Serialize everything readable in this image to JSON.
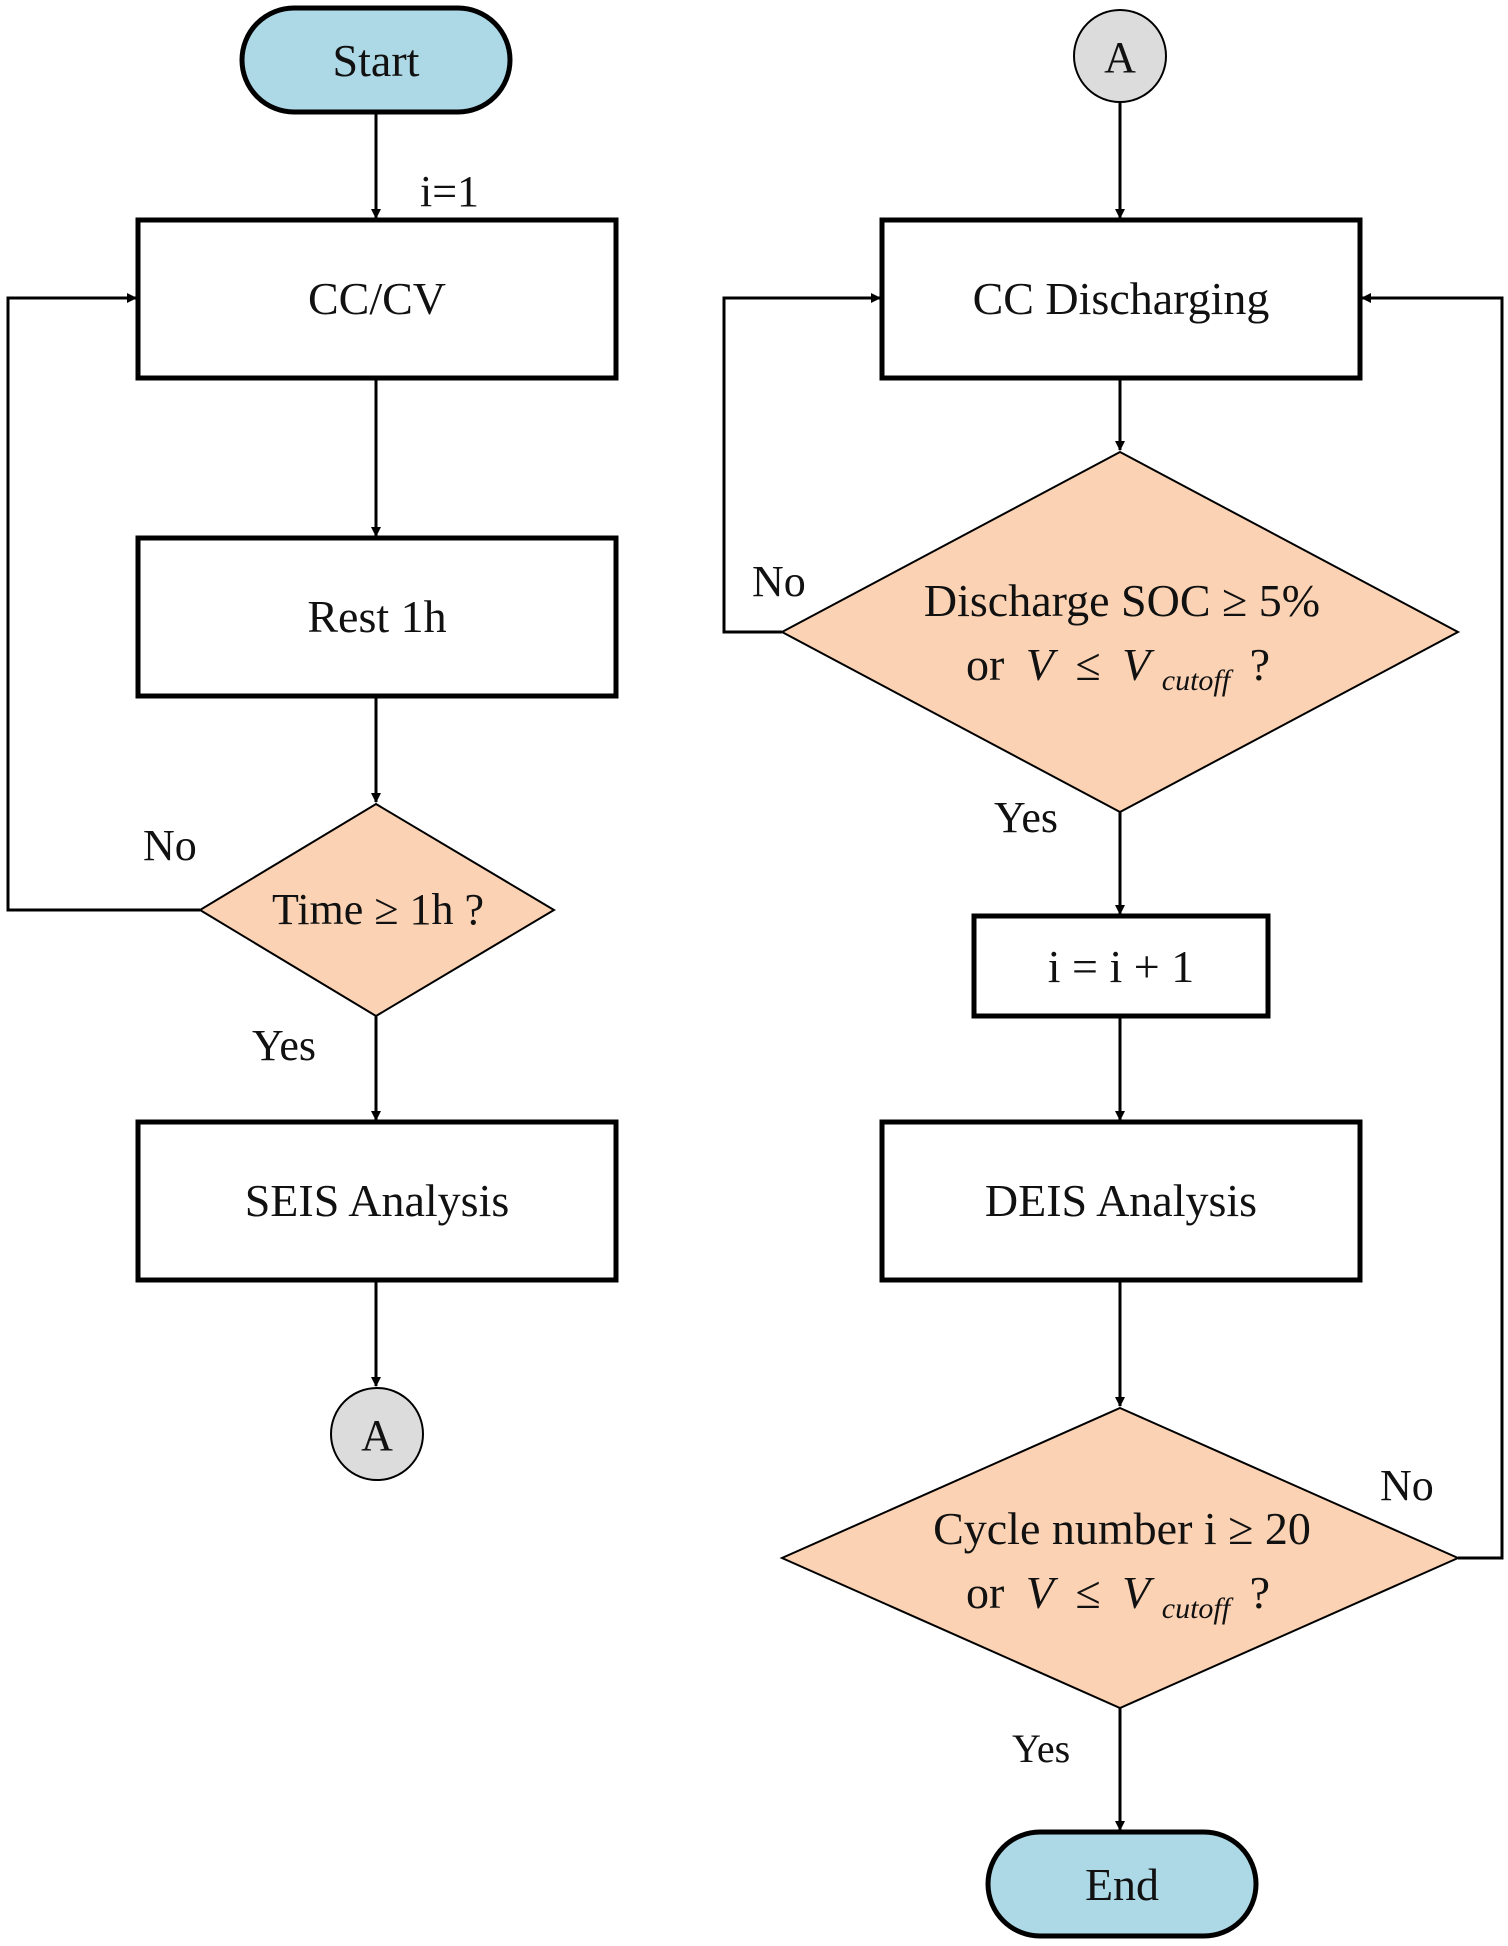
{
  "colors": {
    "terminal_fill": "#add8e6",
    "decision_fill": "#fbd3b4",
    "connector_fill": "#dcdcdc",
    "stroke": "#000000"
  },
  "nodes": {
    "start": "Start",
    "cccv": "CC/CV",
    "rest": "Rest 1h",
    "time_check": "Time ≥ 1h ?",
    "seis": "SEIS Analysis",
    "connector_out": "A",
    "connector_in": "A",
    "cc_discharging": "CC Discharging",
    "discharge_check": {
      "line1": "Discharge SOC ≥ 5%",
      "line2_prefix": "or",
      "line2_v": "V",
      "line2_le": "≤",
      "line2_vc": "V",
      "line2_sub": "cutoff",
      "line2_q": "?"
    },
    "increment": "i = i + 1",
    "deis": "DEIS Analysis",
    "cycle_check": {
      "line1": "Cycle number i ≥ 20",
      "line2_prefix": "or",
      "line2_v": "V",
      "line2_le": "≤",
      "line2_vc": "V",
      "line2_sub": "cutoff",
      "line2_q": "?"
    },
    "end": "End"
  },
  "edge_labels": {
    "init": "i=1",
    "time_no": "No",
    "time_yes": "Yes",
    "discharge_no": "No",
    "discharge_yes": "Yes",
    "cycle_no": "No",
    "cycle_yes": "Yes"
  }
}
